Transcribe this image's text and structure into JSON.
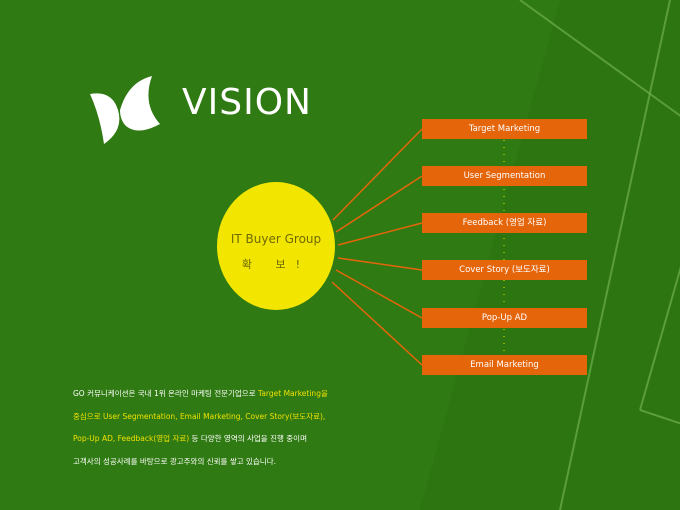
{
  "title": "VISION",
  "center": {
    "label": "IT Buyer Group",
    "sublabel": "확 보!"
  },
  "boxes": [
    "Target Marketing",
    "User Segmentation",
    "Feedback (영업 자료)",
    "Cover Story (보도자료)",
    "Pop-Up AD",
    "Email Marketing"
  ],
  "paragraph": {
    "line1": {
      "a": "GO 커뮤니케이션은 국내 1위 온라인 마케팅 전문기업으로 ",
      "b": "Target Marketing을"
    },
    "line2": {
      "a": "중심으로 User Segmentation, Email Marketing, Cover Story(보도자료),"
    },
    "line3": {
      "a": "Pop-Up AD, Feedback(영업 자료)",
      "b": " 등 다양한 영역의 사업을 진행 중이며"
    },
    "line4": {
      "a": "고객사의 성공사례를 바탕으로 광고주와의 신뢰를 쌓고 있습니다."
    }
  },
  "colors": {
    "background": "#2f7a12",
    "circle": "#f2e600",
    "box": "#e5650b",
    "highlight": "#f0e000"
  }
}
